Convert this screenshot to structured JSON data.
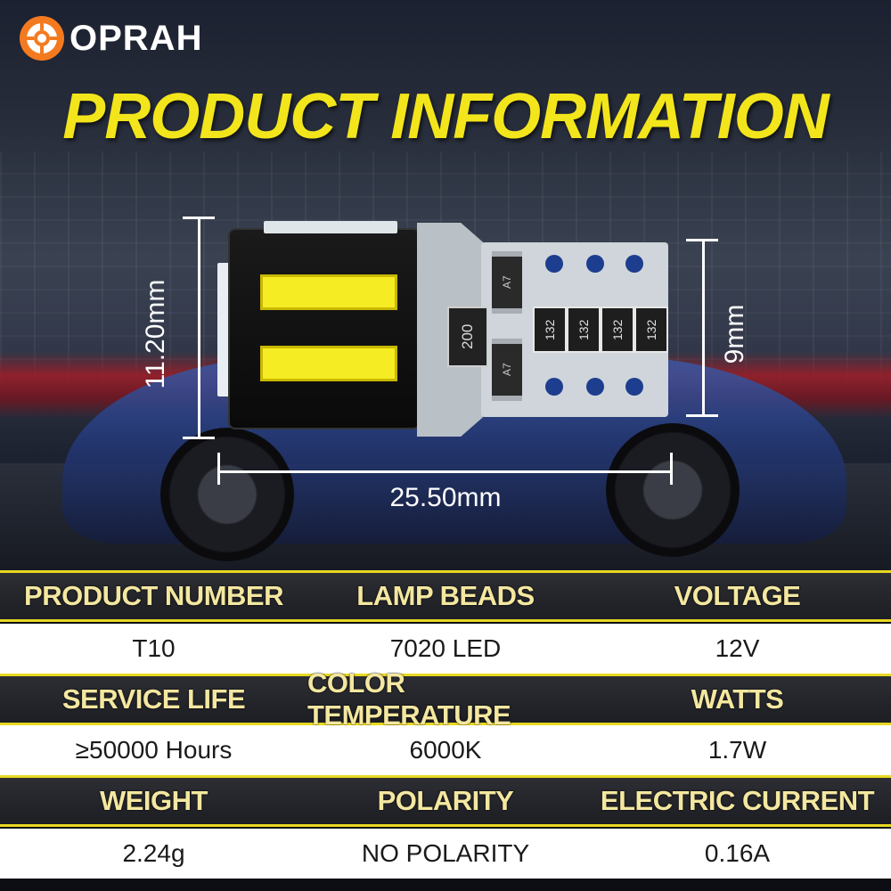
{
  "brand": {
    "name": "OPRAH",
    "icon": "sun-flame-icon",
    "accent_color": "#f47a20"
  },
  "page": {
    "title": "PRODUCT INFORMATION",
    "title_color": "#f3e51b"
  },
  "product_image": {
    "resistor_large_label": "200",
    "resistor_labels": [
      "132",
      "132",
      "132",
      "132"
    ],
    "diode_labels": [
      "A7",
      "A7"
    ],
    "dimensions": {
      "height": "11.20mm",
      "width": "25.50mm",
      "pcb_height": "9mm"
    }
  },
  "specs": {
    "header_color": "#f4e7a0",
    "divider_color": "#e8d822",
    "rows": [
      {
        "headers": [
          "PRODUCT NUMBER",
          "LAMP BEADS",
          "VOLTAGE"
        ],
        "values": [
          "T10",
          "7020 LED",
          "12V"
        ]
      },
      {
        "headers": [
          "SERVICE LIFE",
          "COLOR TEMPERATURE",
          "WATTS"
        ],
        "values": [
          "≥50000 Hours",
          "6000K",
          "1.7W"
        ]
      },
      {
        "headers": [
          "WEIGHT",
          "POLARITY",
          "ELECTRIC CURRENT"
        ],
        "values": [
          "2.24g",
          "NO POLARITY",
          "0.16A"
        ]
      }
    ]
  }
}
